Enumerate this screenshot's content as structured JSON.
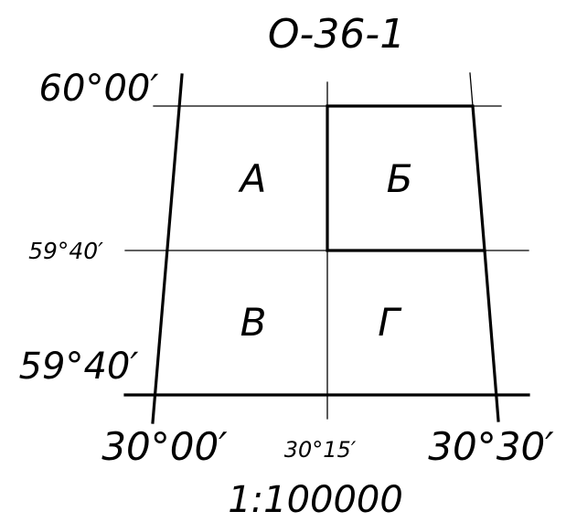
{
  "sheet": {
    "nomenclature": "O-36-1",
    "scale": "1:100000"
  },
  "latitudes": {
    "top": "60°00′",
    "middle": "59°40′",
    "bottom": "59°40′"
  },
  "longitudes": {
    "left": "30°00′",
    "middle": "30°15′",
    "right": "30°30′"
  },
  "quadrants": {
    "top_left": "А",
    "top_right": "Б",
    "bottom_left": "В",
    "bottom_right": "Г"
  },
  "highlighted_quadrant": "Б",
  "colors": {
    "line": "#000000",
    "background": "#ffffff"
  }
}
